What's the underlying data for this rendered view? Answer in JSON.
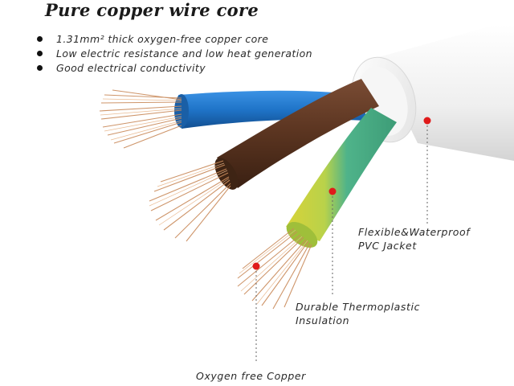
{
  "title": "Pure copper wire core",
  "bullets": [
    "1.31mm² thick oxygen-free copper core",
    "Low electric resistance and low heat generation",
    "Good electrical conductivity"
  ],
  "labels": {
    "jacket_line1": "Flexible&Waterproof",
    "jacket_line2": "PVC Jacket",
    "insulation_line1": "Durable Thermoplastic",
    "insulation_line2": "Insulation",
    "copper": "Oxygen free Copper"
  },
  "colors": {
    "blue_wire": "#1f74c8",
    "brown_wire": "#5a3420",
    "earth_green": "#4fb38a",
    "earth_yellow": "#d8d338",
    "copper": "#c98a5a",
    "jacket": "#f2f2f2",
    "marker": "#e01a1a"
  }
}
